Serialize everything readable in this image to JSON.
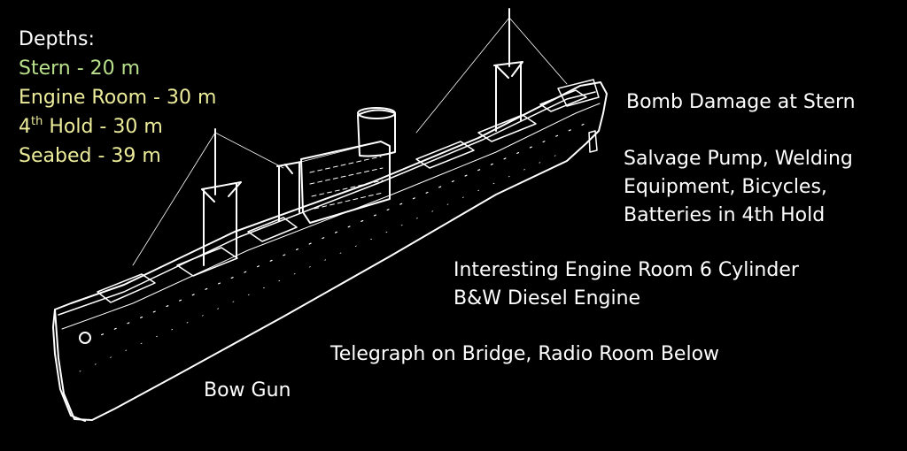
{
  "legend": {
    "title": "Depths:",
    "items": [
      {
        "label": "Stern - 20 m",
        "color": "#b9e08a"
      },
      {
        "label": "Engine Room - 30 m",
        "color": "#ecec9a"
      },
      {
        "label_pre": "4",
        "label_sup": "th",
        "label_post": " Hold - 30 m",
        "color": "#ecec9a"
      },
      {
        "label": "Seabed -  39 m",
        "color": "#ecec9a"
      }
    ]
  },
  "annotations": {
    "bomb": "Bomb Damage at Stern",
    "salvage": [
      "Salvage Pump, Welding",
      "Equipment, Bicycles,",
      "Batteries in 4th Hold"
    ],
    "engine": [
      "Interesting Engine Room 6 Cylinder",
      "B&W Diesel Engine"
    ],
    "telegraph": "Telegraph on Bridge, Radio Room Below",
    "bowgun": "Bow Gun"
  },
  "colors": {
    "background": "#000000",
    "drawing": "#ffffff"
  }
}
